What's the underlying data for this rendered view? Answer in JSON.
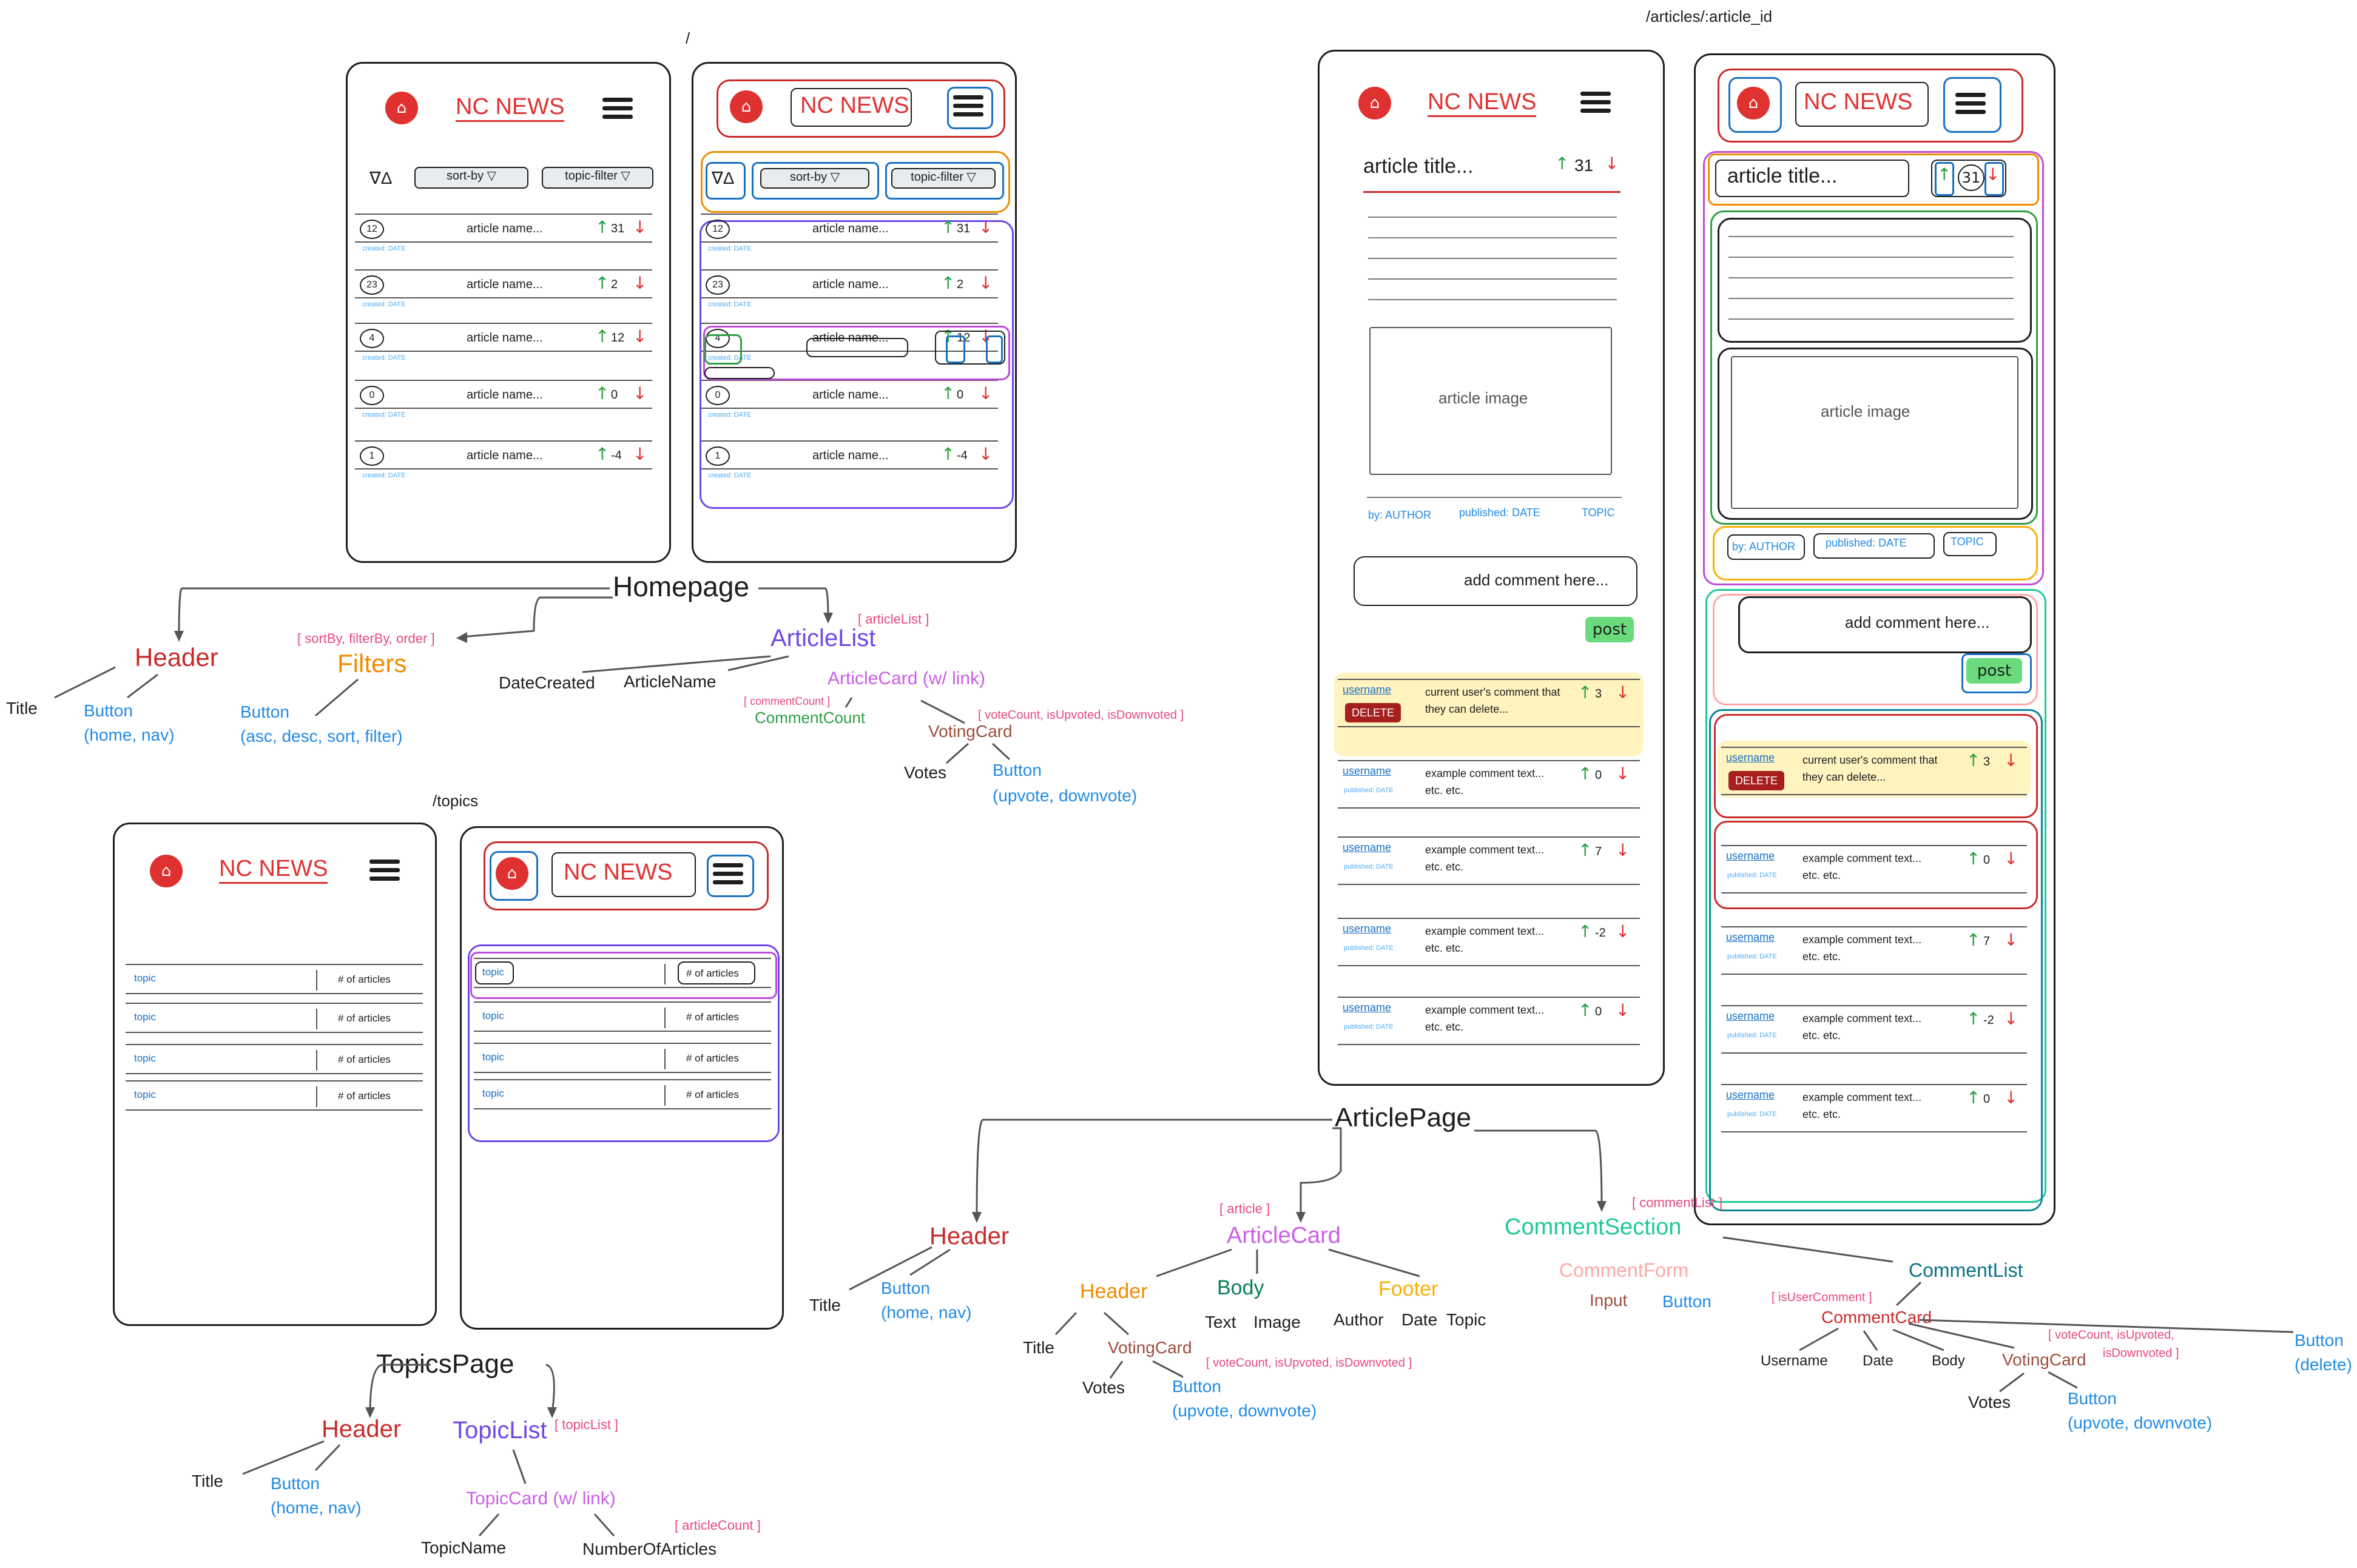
{
  "routes": {
    "home": "/",
    "topics": "/topics",
    "article": "/articles/:article_id"
  },
  "app": {
    "logo": "NC NEWS"
  },
  "homepage": {
    "sort_label": "sort-by",
    "filter_label": "topic-filter",
    "order_icon": "∇Δ",
    "created": "created: DATE",
    "articles": [
      {
        "comments": "12",
        "name": "article name...",
        "votes": "31"
      },
      {
        "comments": "23",
        "name": "article name...",
        "votes": "2"
      },
      {
        "comments": "4",
        "name": "article name...",
        "votes": "12"
      },
      {
        "comments": "0",
        "name": "article name...",
        "votes": "0"
      },
      {
        "comments": "1",
        "name": "article name...",
        "votes": "-4"
      }
    ],
    "tree": {
      "root": "Homepage",
      "header": "Header",
      "title": "Title",
      "header_button": "Button",
      "header_button_desc": "(home, nav)",
      "filters_props": "[ sortBy, filterBy, order ]",
      "filters": "Filters",
      "filters_button": "Button",
      "filters_button_desc": "(asc, desc, sort, filter)",
      "list_props": "[ articleList ]",
      "list": "ArticleList",
      "date_created": "DateCreated",
      "article_name": "ArticleName",
      "card": "ArticleCard (w/ link)",
      "comment_props": "[ commentCount ]",
      "comment_count": "CommentCount",
      "vote_props": "[ voteCount, isUpvoted, isDownvoted ]",
      "voting_card": "VotingCard",
      "votes": "Votes",
      "vote_button": "Button",
      "vote_button_desc": "(upvote, downvote)"
    }
  },
  "topicspage": {
    "count_label": "# of articles",
    "topics": [
      "topic",
      "topic",
      "topic",
      "topic"
    ],
    "tree": {
      "root": "TopicsPage",
      "header": "Header",
      "title": "Title",
      "button": "Button",
      "button_desc": "(home, nav)",
      "list": "TopicList",
      "list_props": "[ topicList ]",
      "card": "TopicCard (w/ link)",
      "topic_name": "TopicName",
      "count_props": "[ articleCount ]",
      "number": "NumberOfArticles"
    }
  },
  "articlepage": {
    "title": "article title...",
    "votes": "31",
    "image": "article image",
    "author": "by: AUTHOR",
    "published": "published: DATE",
    "topic": "TOPIC",
    "comment_placeholder": "add comment here...",
    "post": "post",
    "delete": "DELETE",
    "published_small": "published: DATE",
    "comments": [
      {
        "user": "username",
        "line1": "current user's comment that",
        "line2": "they can delete...",
        "votes": "3",
        "own": true
      },
      {
        "user": "username",
        "line1": "example comment text...",
        "line2": "etc. etc.",
        "votes": "0",
        "own": false
      },
      {
        "user": "username",
        "line1": "example comment text...",
        "line2": "etc. etc.",
        "votes": "7",
        "own": false
      },
      {
        "user": "username",
        "line1": "example comment text...",
        "line2": "etc. etc.",
        "votes": "-2",
        "own": false
      },
      {
        "user": "username",
        "line1": "example comment text...",
        "line2": "etc. etc.",
        "votes": "0",
        "own": false
      }
    ],
    "tree": {
      "root": "ArticlePage",
      "header": "Header",
      "title": "Title",
      "button": "Button",
      "button_desc": "(home, nav)",
      "card_props": "[ article ]",
      "card": "ArticleCard",
      "c_header": "Header",
      "c_title": "Title",
      "c_voting": "VotingCard",
      "c_votes": "Votes",
      "c_vote_props": "[ voteCount, isUpvoted, isDownvoted ]",
      "c_button": "Button",
      "c_button_desc": "(upvote, downvote)",
      "body": "Body",
      "text": "Text",
      "image": "Image",
      "footer": "Footer",
      "author": "Author",
      "date": "Date",
      "topic": "Topic",
      "section_props": "[ commentList ]",
      "section": "CommentSection",
      "form": "CommentForm",
      "input": "Input",
      "form_button": "Button",
      "list": "CommentList",
      "user_props": "[ isUserComment ]",
      "comment_card": "CommentCard",
      "username": "Username",
      "cdate": "Date",
      "cbody": "Body",
      "cvoting": "VotingCard",
      "cvote_props": "[ voteCount, isUpvoted,",
      "cvote_props2": "isDownvoted ]",
      "cvotes": "Votes",
      "cvote_button": "Button",
      "cvote_button_desc": "(upvote, downvote)",
      "delete_button": "Button",
      "delete_desc": "(delete)"
    }
  }
}
